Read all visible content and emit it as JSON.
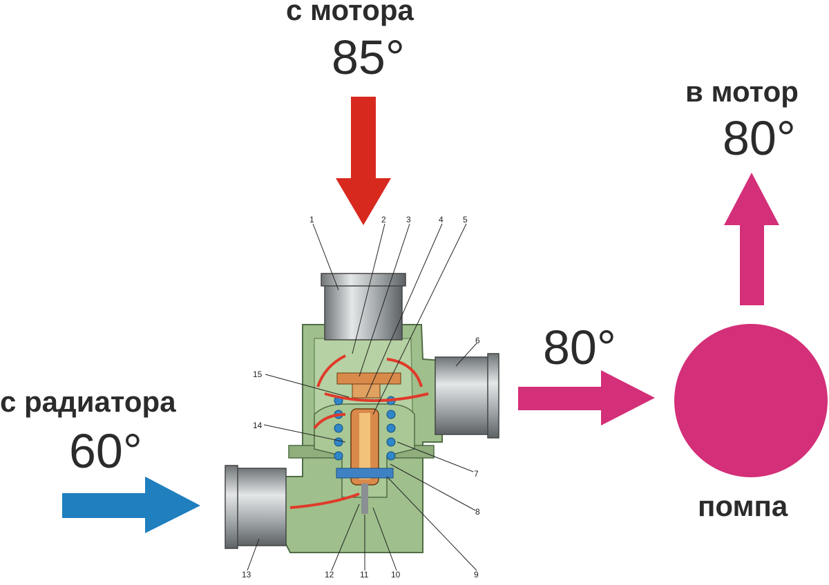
{
  "labels": {
    "from_engine": "с мотора",
    "from_engine_temp": "85°",
    "to_engine": "в мотор",
    "to_engine_temp": "80°",
    "mixed_temp": "80°",
    "from_radiator": "с радиатора",
    "from_radiator_temp": "60°",
    "pump": "помпа"
  },
  "callouts": [
    "1",
    "2",
    "3",
    "4",
    "5",
    "6",
    "7",
    "8",
    "9",
    "10",
    "11",
    "12",
    "13",
    "14",
    "15"
  ],
  "colors": {
    "hot_arrow": "#d8291f",
    "cold_arrow": "#1f7fbf",
    "mixed_arrow": "#d42f79",
    "pump": "#d42f79",
    "housing": "#9fbf8c",
    "housing_dark": "#6f8f62",
    "pipe": "#b9bdbf",
    "valve": "#d98a4a",
    "spring": "#2f86c8"
  }
}
